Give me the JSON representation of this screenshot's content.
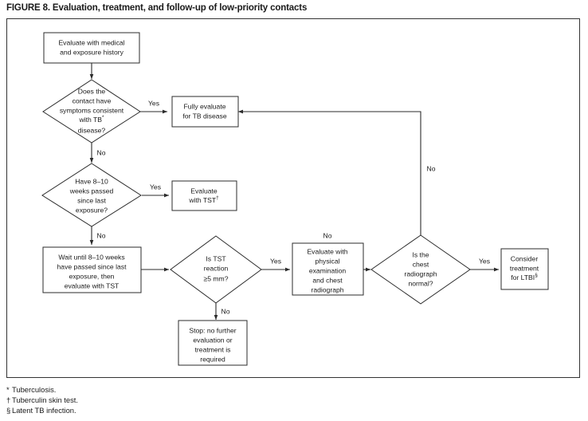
{
  "figure": {
    "title": "FIGURE 8. Evaluation, treatment, and follow-up of low-priority contacts"
  },
  "chart_data": {
    "type": "diagram",
    "diagram_kind": "flowchart",
    "title": "FIGURE 8. Evaluation, treatment, and follow-up of low-priority contacts",
    "nodes": [
      {
        "id": "n1",
        "shape": "process",
        "text": "Evaluate with medical and exposure history"
      },
      {
        "id": "d1",
        "shape": "decision",
        "text": "Does the contact have symptoms consistent with TB* disease?"
      },
      {
        "id": "n2",
        "shape": "process",
        "text": "Fully evaluate for TB disease"
      },
      {
        "id": "d2",
        "shape": "decision",
        "text": "Have 8–10 weeks passed since last exposure?"
      },
      {
        "id": "n3",
        "shape": "process",
        "text": "Evaluate with TST†"
      },
      {
        "id": "n4",
        "shape": "process",
        "text": "Wait until 8–10 weeks have passed since last exposure, then evaluate with TST"
      },
      {
        "id": "d3",
        "shape": "decision",
        "text": "Is TST reaction ≥5 mm?"
      },
      {
        "id": "n5",
        "shape": "process",
        "text": "Stop: no further evaluation or treatment is required"
      },
      {
        "id": "n6",
        "shape": "process",
        "text": "Evaluate with physical examination and chest radiograph"
      },
      {
        "id": "d4",
        "shape": "decision",
        "text": "Is the chest radiograph normal?"
      },
      {
        "id": "n7",
        "shape": "process",
        "text": "Consider treatment for LTBI§"
      }
    ],
    "edges": [
      {
        "from": "n1",
        "to": "d1",
        "label": ""
      },
      {
        "from": "d1",
        "to": "n2",
        "label": "Yes"
      },
      {
        "from": "d1",
        "to": "d2",
        "label": "No"
      },
      {
        "from": "d2",
        "to": "n3",
        "label": "Yes"
      },
      {
        "from": "d2",
        "to": "n4",
        "label": "No"
      },
      {
        "from": "n4",
        "to": "d3",
        "label": ""
      },
      {
        "from": "d3",
        "to": "n6",
        "label": "Yes"
      },
      {
        "from": "d3",
        "to": "n5",
        "label": "No"
      },
      {
        "from": "n6",
        "to": "d4",
        "label": ""
      },
      {
        "from": "d4",
        "to": "n7",
        "label": "Yes"
      },
      {
        "from": "d4",
        "to": "n2",
        "label": "No"
      }
    ]
  },
  "nodes": {
    "evaluate_history": {
      "line1": "Evaluate with medical",
      "line2": "and exposure history"
    },
    "symptoms_decision": {
      "line1": "Does the",
      "line2": "contact have",
      "line3": "symptoms consistent",
      "line4_a": "with TB",
      "line4_sup": "*",
      "line5": "disease?"
    },
    "fully_evaluate": {
      "line1": "Fully evaluate",
      "line2": "for TB disease"
    },
    "weeks_decision": {
      "line1": "Have 8–10",
      "line2": "weeks passed",
      "line3": "since last",
      "line4": "exposure?"
    },
    "evaluate_tst": {
      "line1": "Evaluate",
      "line2_a": "with TST",
      "line2_sup": "†"
    },
    "wait_weeks": {
      "line1": "Wait until 8–10 weeks",
      "line2": "have passed since last",
      "line3": "exposure, then",
      "line4": "evaluate with TST"
    },
    "tst_reaction_decision": {
      "line1": "Is TST",
      "line2": "reaction",
      "line3": "≥5 mm?"
    },
    "stop_box": {
      "line1": "Stop: no further",
      "line2": "evaluation or",
      "line3": "treatment is",
      "line4": "required"
    },
    "physical_exam": {
      "line1": "Evaluate with",
      "line2": "physical",
      "line3": "examination",
      "line4": "and chest",
      "line5": "radiograph"
    },
    "radiograph_decision": {
      "line1": "Is the",
      "line2": "chest",
      "line3": "radiograph",
      "line4": "normal?"
    },
    "consider_treatment": {
      "line1": "Consider",
      "line2": "treatment",
      "line3_a": "for LTBI",
      "line3_sup": "§"
    }
  },
  "edge_labels": {
    "symptoms_yes": "Yes",
    "symptoms_no": "No",
    "weeks_yes": "Yes",
    "weeks_no": "No",
    "tst_yes": "Yes",
    "tst_no": "No",
    "radiograph_yes": "Yes",
    "radiograph_no": "No"
  },
  "footnotes": [
    {
      "mark": "*",
      "text": "Tuberculosis."
    },
    {
      "mark": "†",
      "text": "Tuberculin skin test."
    },
    {
      "mark": "§",
      "text": "Latent TB infection."
    }
  ],
  "colors": {
    "line": "#2b2b2b",
    "text": "#1a1a1a",
    "frame": "#333333",
    "background": "#ffffff"
  }
}
